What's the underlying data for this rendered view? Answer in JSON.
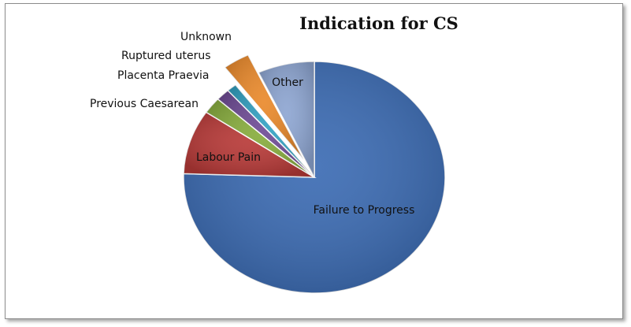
{
  "chart_data": {
    "type": "pie",
    "title": "Indication for CS",
    "exploded_slices": [
      "Unknown"
    ],
    "series": [
      {
        "labels": [
          "Failure to Progress",
          "Labour Pain",
          "Previous Caesarean",
          "Placenta Praevia",
          "Ruptured uterus",
          "Unknown",
          "Other"
        ],
        "values": [
          75.5,
          9.0,
          2.3,
          1.7,
          1.2,
          3.3,
          7.0
        ],
        "colors": [
          "#3c6cb4",
          "#b83a38",
          "#88ad3e",
          "#6f4c96",
          "#34a3c4",
          "#ea8a2c",
          "#8ea6d2"
        ]
      }
    ]
  }
}
